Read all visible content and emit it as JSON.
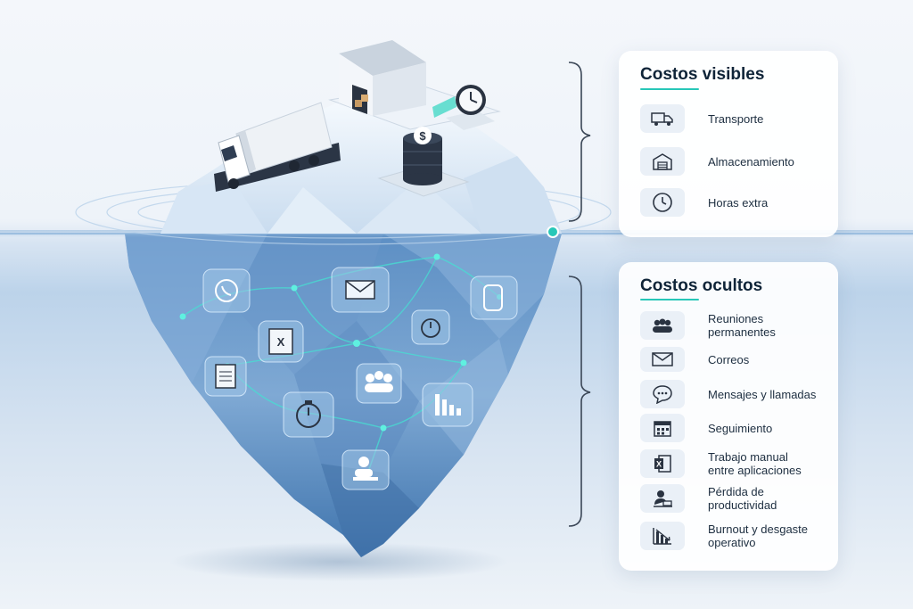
{
  "visible_section": {
    "title": "Costos visibles",
    "items": [
      {
        "label": "Transporte",
        "icon": "truck-icon"
      },
      {
        "label": "Almacenamiento",
        "icon": "warehouse-icon"
      },
      {
        "label": "Horas extra",
        "icon": "clock-icon"
      }
    ]
  },
  "hidden_section": {
    "title": "Costos ocultos",
    "items": [
      {
        "label": "Reuniones\npermanentes",
        "icon": "people-icon"
      },
      {
        "label": "Correos",
        "icon": "envelope-icon"
      },
      {
        "label": "Mensajes y llamadas",
        "icon": "chat-bubble-icon"
      },
      {
        "label": "Seguimiento",
        "icon": "calendar-icon"
      },
      {
        "label": "Trabajo manual\nentre aplicaciones",
        "icon": "excel-icon"
      },
      {
        "label": "Pérdida de\nproductividad",
        "icon": "person-laptop-icon"
      },
      {
        "label": "Burnout y desgaste\noperativo",
        "icon": "declining-chart-icon"
      }
    ]
  },
  "colors": {
    "accent": "#27c7b8",
    "title_text": "#0f2438",
    "ice_top": "#e8f1fa",
    "ice_bottom": "#4a7fb4"
  }
}
